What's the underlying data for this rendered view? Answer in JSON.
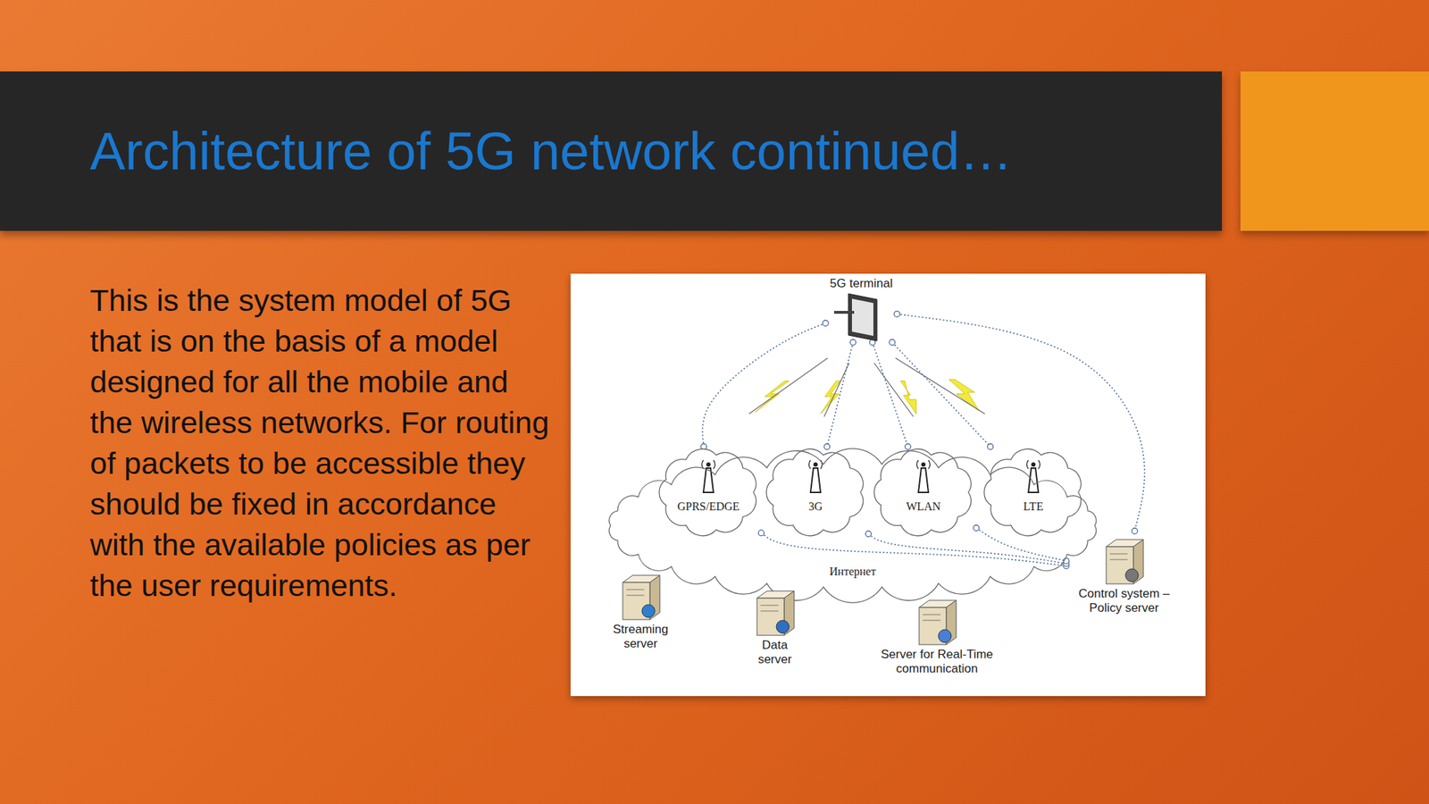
{
  "diagram": {
    "title": "Architecture of 5G network continued…",
    "nodes": [
      {
        "text": [
          "5G terminal"
        ]
      },
      {
        "text": [
          "GPRS/EDGE"
        ]
      },
      {
        "text": [
          "3G"
        ]
      },
      {
        "text": [
          "WLAN"
        ]
      },
      {
        "text": [
          "LTE"
        ]
      },
      {
        "text": [
          "Интернет"
        ]
      },
      {
        "text": [
          "Streaming server"
        ]
      },
      {
        "text": [
          "Data server"
        ]
      },
      {
        "text": [
          "Server for Real-Time communication"
        ]
      },
      {
        "text": [
          "Control system – Policy server"
        ]
      }
    ],
    "edges": [
      {
        "from": 0,
        "to": 1,
        "arrow": "none"
      },
      {
        "from": 0,
        "to": 2,
        "arrow": "none"
      },
      {
        "from": 0,
        "to": 3,
        "arrow": "none"
      },
      {
        "from": 0,
        "to": 4,
        "arrow": "none"
      },
      {
        "from": 0,
        "to": 9,
        "arrow": "none"
      },
      {
        "from": 1,
        "to": 9,
        "arrow": "none"
      },
      {
        "from": 2,
        "to": 9,
        "arrow": "none"
      },
      {
        "from": 3,
        "to": 9,
        "arrow": "none"
      }
    ],
    "labels": [
      "This is the system model of 5G that is on the basis of a model designed for all the mobile and the wireless networks. For routing of packets to be accessible they should be fixed in accordance with the available policies as per the user requirements."
    ]
  }
}
